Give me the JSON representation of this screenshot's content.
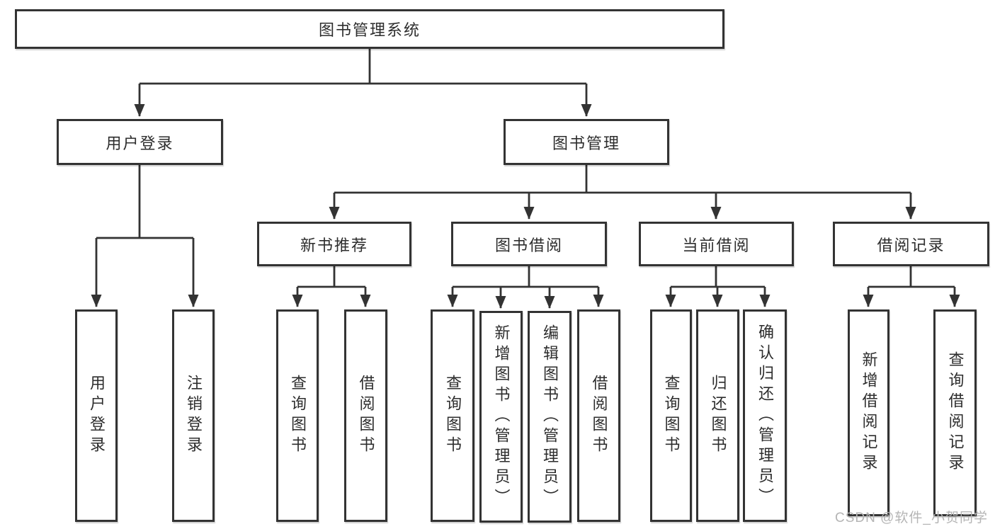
{
  "diagram": {
    "type": "hierarchy-tree",
    "title": "图书管理系统",
    "nodes": {
      "root": {
        "label": "图书管理系统"
      },
      "level2": [
        {
          "id": "user-login",
          "label": "用户登录",
          "parent": "root"
        },
        {
          "id": "book-management",
          "label": "图书管理",
          "parent": "root"
        }
      ],
      "level3": [
        {
          "id": "new-book-recommendation",
          "label": "新书推荐",
          "parent": "book-management"
        },
        {
          "id": "book-borrowing",
          "label": "图书借阅",
          "parent": "book-management"
        },
        {
          "id": "current-borrowing",
          "label": "当前借阅",
          "parent": "book-management"
        },
        {
          "id": "borrowing-records",
          "label": "借阅记录",
          "parent": "book-management"
        }
      ],
      "leaves": [
        {
          "label": "用户登录",
          "parent": "用户登录"
        },
        {
          "label": "注销登录",
          "parent": "用户登录"
        },
        {
          "label": "查询图书",
          "parent": "新书推荐"
        },
        {
          "label": "借阅图书",
          "parent": "新书推荐"
        },
        {
          "label": "查询图书",
          "parent": "图书借阅"
        },
        {
          "label": "新增图书（管理员）",
          "parent": "图书借阅"
        },
        {
          "label": "编辑图书（管理员）",
          "parent": "图书借阅"
        },
        {
          "label": "借阅图书",
          "parent": "图书借阅"
        },
        {
          "label": "查询图书",
          "parent": "当前借阅"
        },
        {
          "label": "归还图书",
          "parent": "当前借阅"
        },
        {
          "label": "确认归还（管理员）",
          "parent": "当前借阅"
        },
        {
          "label": "新增借阅记录",
          "parent": "借阅记录"
        },
        {
          "label": "查询借阅记录",
          "parent": "借阅记录"
        }
      ]
    },
    "colors": {
      "line": "#333333",
      "box_border": "#333333",
      "box_fill": "#ffffff",
      "text": "#2d2d2d",
      "watermark": "#b5b5b5",
      "background": "#ffffff"
    }
  },
  "watermark": {
    "text": "CSDN @软件_小贺同学"
  }
}
